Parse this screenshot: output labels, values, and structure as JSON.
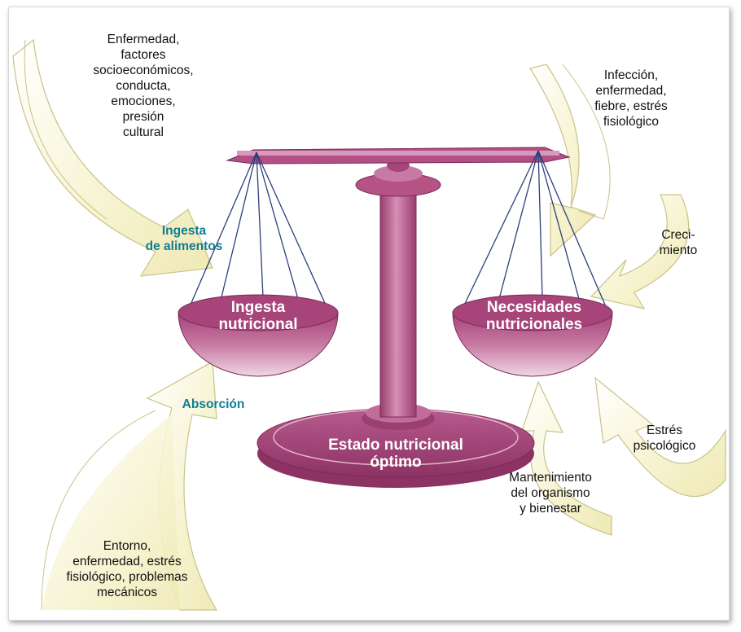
{
  "diagram": {
    "influences_left_top": "Enfermedad,\nfactores\nsocioeconómicos,\nconducta,\nemociones,\npresión\ncultural",
    "ingesta_label": "Ingesta\nde alimentos",
    "pan_left": "Ingesta\nnutricional",
    "absorcion_label": "Absorción",
    "influences_left_bottom": "Entorno,\nenfermedad, estrés\nfisiológico, problemas\nmecánicos",
    "influences_right_top": "Infección,\nenfermedad,\nfiebre, estrés\nfisiológico",
    "crecimiento": "Creci-\nmiento",
    "pan_right": "Necesidades\nnutricionales",
    "estres_psicologico": "Estrés\npsicológico",
    "mantenimiento": "Mantenimiento\ndel organismo\ny bienestar",
    "base_label": "Estado nutricional\nóptimo"
  },
  "colors": {
    "arrow_fill": "#f6f3cf",
    "arrow_stroke": "#c9c38a",
    "scale_fill": "#b44f86",
    "scale_dark": "#8c3364",
    "teal_text": "#0f7d93"
  }
}
